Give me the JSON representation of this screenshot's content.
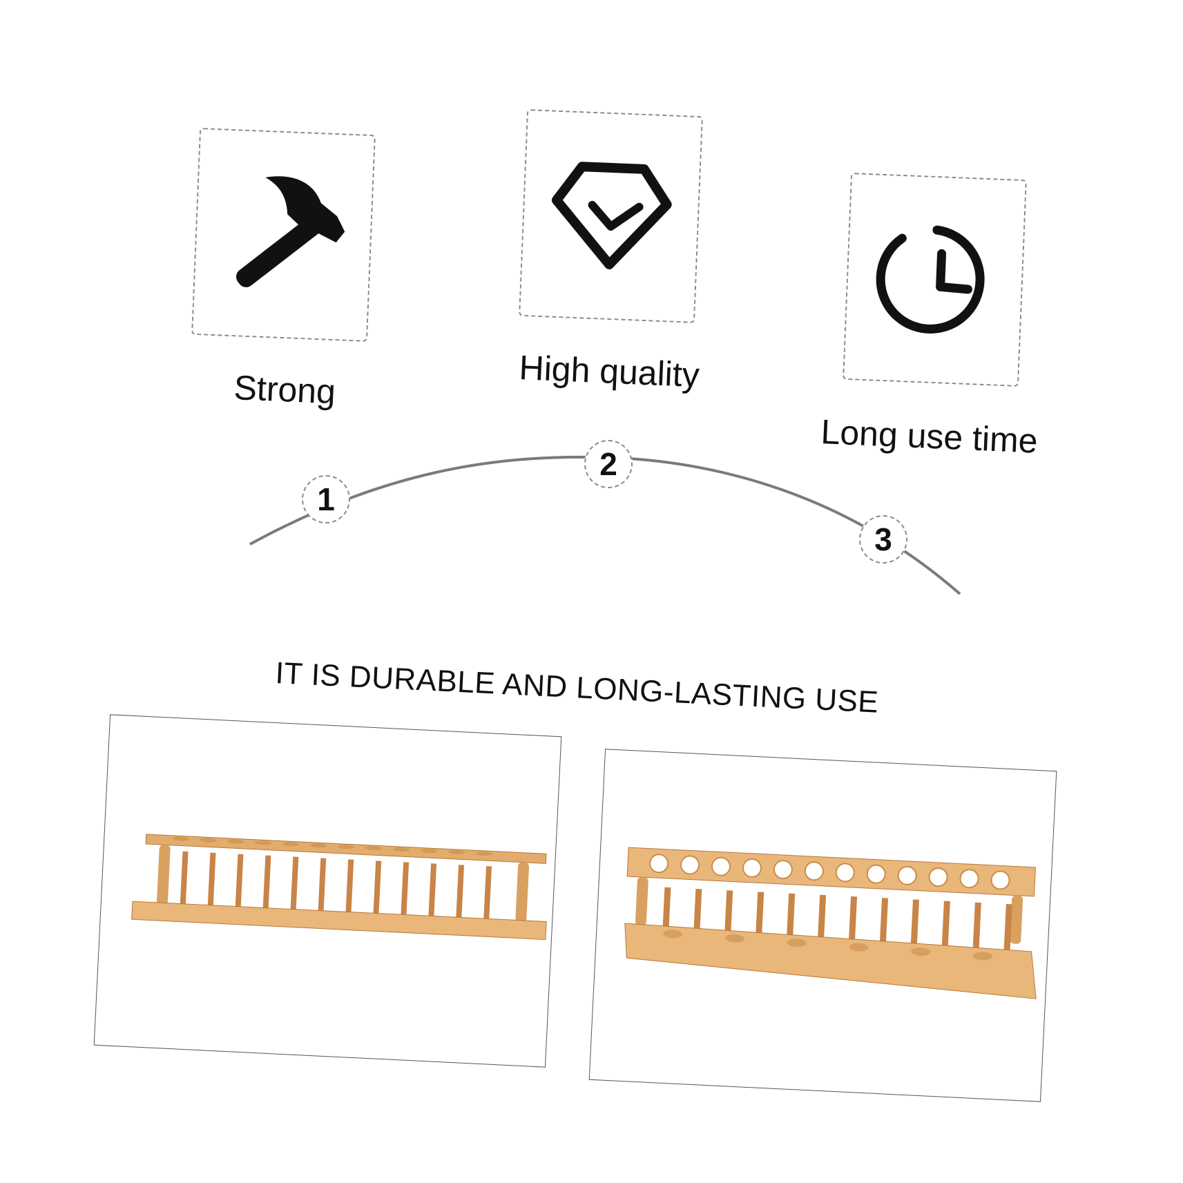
{
  "features": [
    {
      "label": "Strong",
      "icon": "hammer-icon"
    },
    {
      "label": "High quality",
      "icon": "diamond-check-icon"
    },
    {
      "label": "Long use time",
      "icon": "clock-icon"
    }
  ],
  "steps": [
    "1",
    "2",
    "3"
  ],
  "headline": "IT IS DURABLE AND LONG-LASTING USE",
  "photos": [
    {
      "subject": "wooden-test-tube-rack-front"
    },
    {
      "subject": "wooden-test-tube-rack-angled"
    }
  ],
  "colors": {
    "icon": "#111111",
    "dashed_border": "#8a8a8a",
    "arc": "#7a7a7a",
    "wood_light": "#e9b779",
    "wood_mid": "#d79a55",
    "wood_dark": "#b8763a"
  }
}
